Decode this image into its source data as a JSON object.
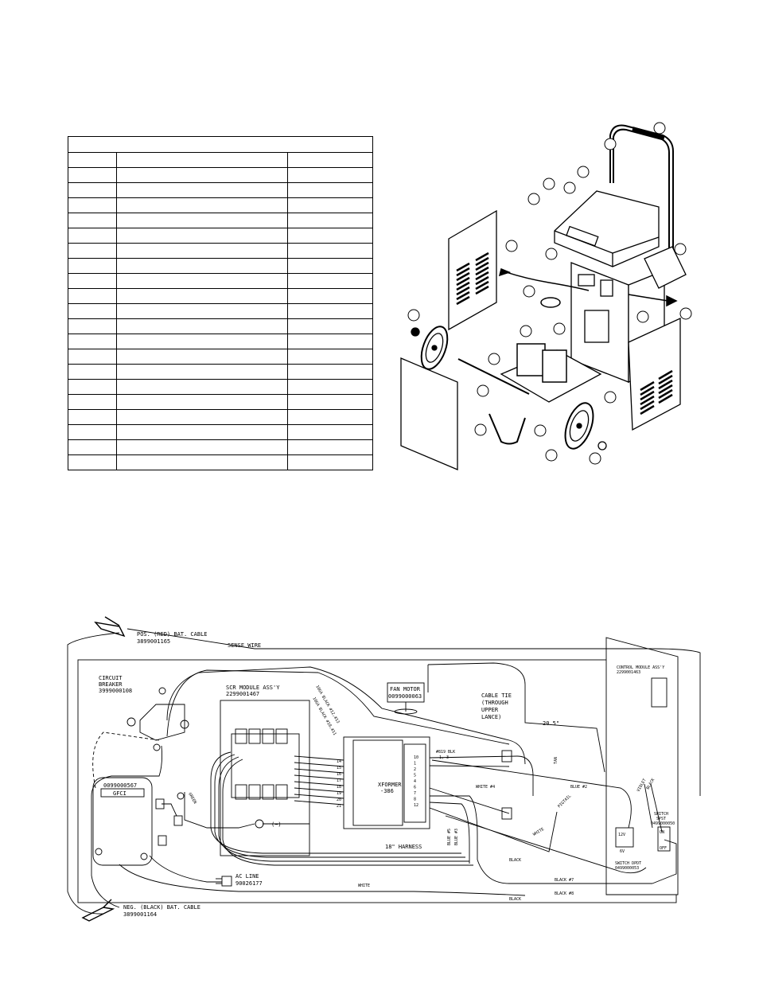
{
  "wiring": {
    "pos_cable": [
      "POS. (RED) BAT. CABLE",
      "3899001165"
    ],
    "neg_cable": [
      "NEG. (BLACK) BAT. CABLE",
      "3899001164"
    ],
    "sense_wire": "SENSE WIRE",
    "circuit_breaker": [
      "CIRCUIT",
      "BREAKER",
      "3999000108"
    ],
    "scr_module": [
      "SCR MODULE ASS'Y",
      "2299001467"
    ],
    "fan_motor": [
      "FAN MOTOR",
      "0099000063"
    ],
    "cable_tie": [
      "CABLE TIE",
      "(THROUGH",
      "UPPER",
      "LANCE)"
    ],
    "control_module": [
      "CONTROL MODULE ASS'Y",
      "2299001463"
    ],
    "gfci_part": "0099000567",
    "gfci": "GFCI",
    "xformer": [
      "XFORMER",
      "-386"
    ],
    "ac_line": [
      "AC LINE",
      "90026177"
    ],
    "harness": "18\" HARNESS",
    "dim_20_5": "20.5\"",
    "switch_spst": [
      "SWITCH",
      "SPST",
      "0499000050"
    ],
    "switch_dpdt": [
      "SWITCH DPDT",
      "0499000053"
    ],
    "wire_10ga_13": "10GA BLACK #12,#13",
    "wire_10ga_11": "10GA BLACK #10,#11",
    "wire_819": [
      "#819 BLK",
      "1, 3"
    ],
    "white4": "WHITE #4",
    "blue2": "BLUE #2",
    "blue5": "BLUE #5",
    "blue3": "BLUE #3",
    "violet": "VIOLET",
    "black_lbl": "BLACK",
    "black7": "BLACK #7",
    "black8": "BLACK #8",
    "white": "WHITE",
    "pigtail": "PIGTAIL",
    "tan": "TAN",
    "green": "GREEN",
    "neg": "(−)",
    "v12": "12V",
    "v6": "6V",
    "on": "ON",
    "off": "OFF",
    "terminals_left": [
      "14",
      "15",
      "16",
      "17",
      "18",
      "19",
      "20",
      "21"
    ],
    "terminals_right": [
      "10",
      "1",
      "2",
      "5",
      "4",
      "6",
      "7",
      "8",
      "12"
    ]
  }
}
